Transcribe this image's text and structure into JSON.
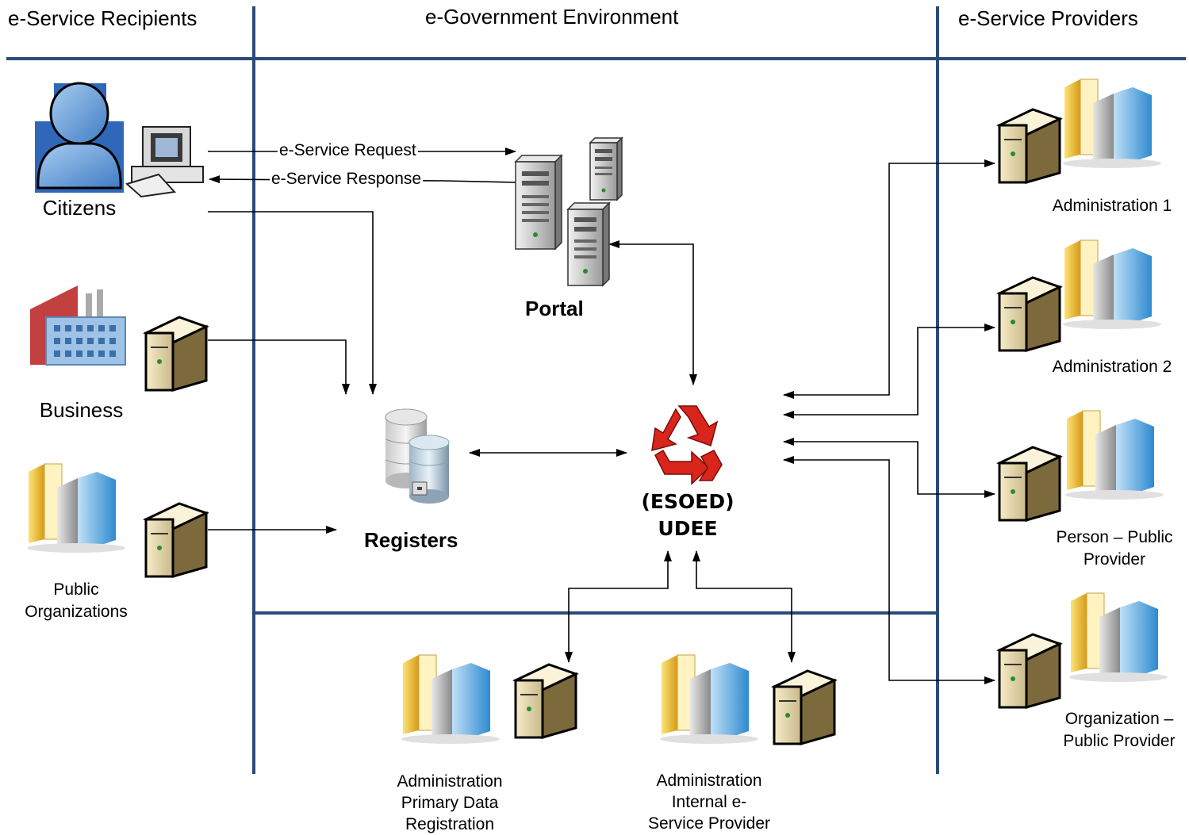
{
  "headers": {
    "recipients": "e-Service Recipients",
    "environment": "e-Government Environment",
    "providers": "e-Service Providers"
  },
  "recipients": {
    "citizens": "Citizens",
    "business": "Business",
    "public_organizations": "Public\nOrganizations"
  },
  "flows": {
    "request": "e-Service Request",
    "response": "e-Service Response"
  },
  "center": {
    "portal": "Portal",
    "registers": "Registers",
    "udee_line1": "(ESOED)",
    "udee_line2": "UDEE"
  },
  "providers": {
    "admin1": "Administration 1",
    "admin2": "Administration 2",
    "person_public": "Person – Public\nProvider",
    "org_public": "Organization –\nPublic Provider"
  },
  "bottom": {
    "primary_data": "Administration\nPrimary Data\nRegistration",
    "internal_provider": "Administration\nInternal e-\nService Provider"
  },
  "colors": {
    "divider": "#2b4a7a",
    "arrow": "#000000",
    "recycle": "#d8261c"
  }
}
